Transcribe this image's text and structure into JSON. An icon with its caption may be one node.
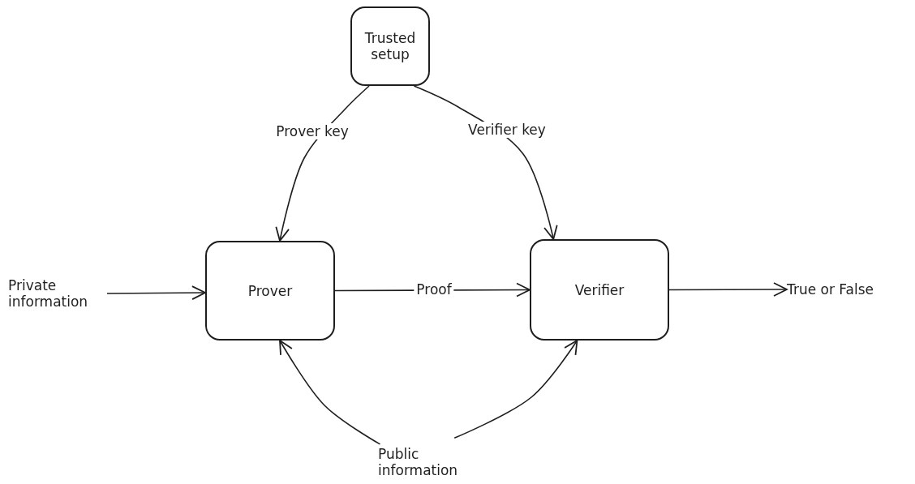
{
  "diagram": {
    "nodes": [
      {
        "text": [
          "Trusted setup"
        ]
      },
      {
        "text": [
          "Prover"
        ]
      },
      {
        "text": [
          "Verifier"
        ]
      },
      {
        "text": [
          "Private information"
        ]
      },
      {
        "text": [
          "True or False"
        ]
      },
      {
        "text": [
          "Public information"
        ]
      }
    ],
    "edges": [
      {
        "from": 0,
        "to": 1,
        "arrow": "to",
        "label": "Prover key"
      },
      {
        "from": 0,
        "to": 2,
        "arrow": "to",
        "label": "Verifier key"
      },
      {
        "from": 3,
        "to": 1,
        "arrow": "to"
      },
      {
        "from": 1,
        "to": 2,
        "arrow": "to",
        "label": "Proof"
      },
      {
        "from": 2,
        "to": 4,
        "arrow": "to"
      },
      {
        "from": 5,
        "to": 1,
        "arrow": "to"
      },
      {
        "from": 5,
        "to": 2,
        "arrow": "to"
      }
    ]
  }
}
